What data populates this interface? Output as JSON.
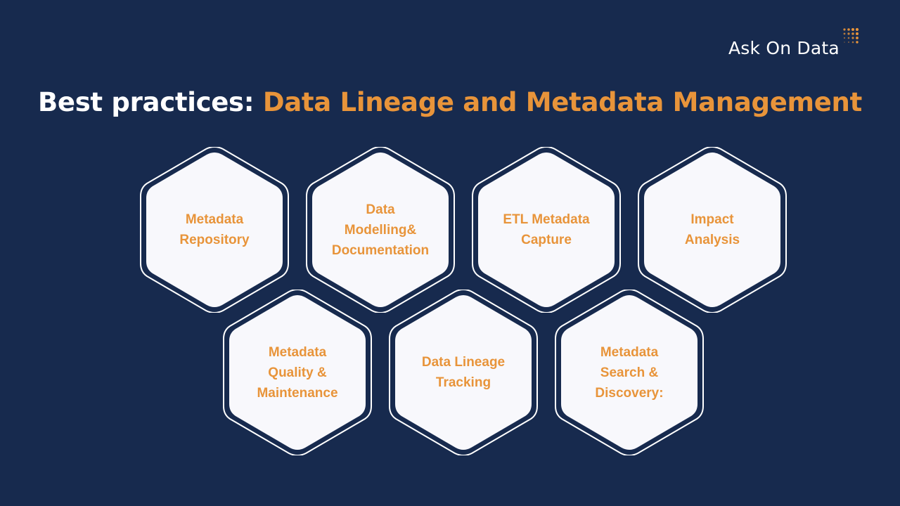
{
  "brand": {
    "name": "Ask On Data",
    "logo_icon": "dot-grid-icon",
    "dot_color": "#e8943a"
  },
  "title": {
    "lead": "Best practices: ",
    "accent": "Data Lineage and Metadata Management"
  },
  "colors": {
    "background": "#172a4e",
    "hex_fill": "#f8f8fc",
    "hex_outline": "#ffffff",
    "accent": "#e8943a",
    "title_lead": "#ffffff"
  },
  "practices": [
    {
      "label": "Metadata\nRepository"
    },
    {
      "label": "Data\nModelling&\nDocumentation"
    },
    {
      "label": "ETL Metadata\nCapture"
    },
    {
      "label": "Impact\nAnalysis"
    },
    {
      "label": "Metadata\nQuality &\nMaintenance"
    },
    {
      "label": "Data Lineage\nTracking"
    },
    {
      "label": "Metadata\nSearch &\nDiscovery:"
    }
  ]
}
